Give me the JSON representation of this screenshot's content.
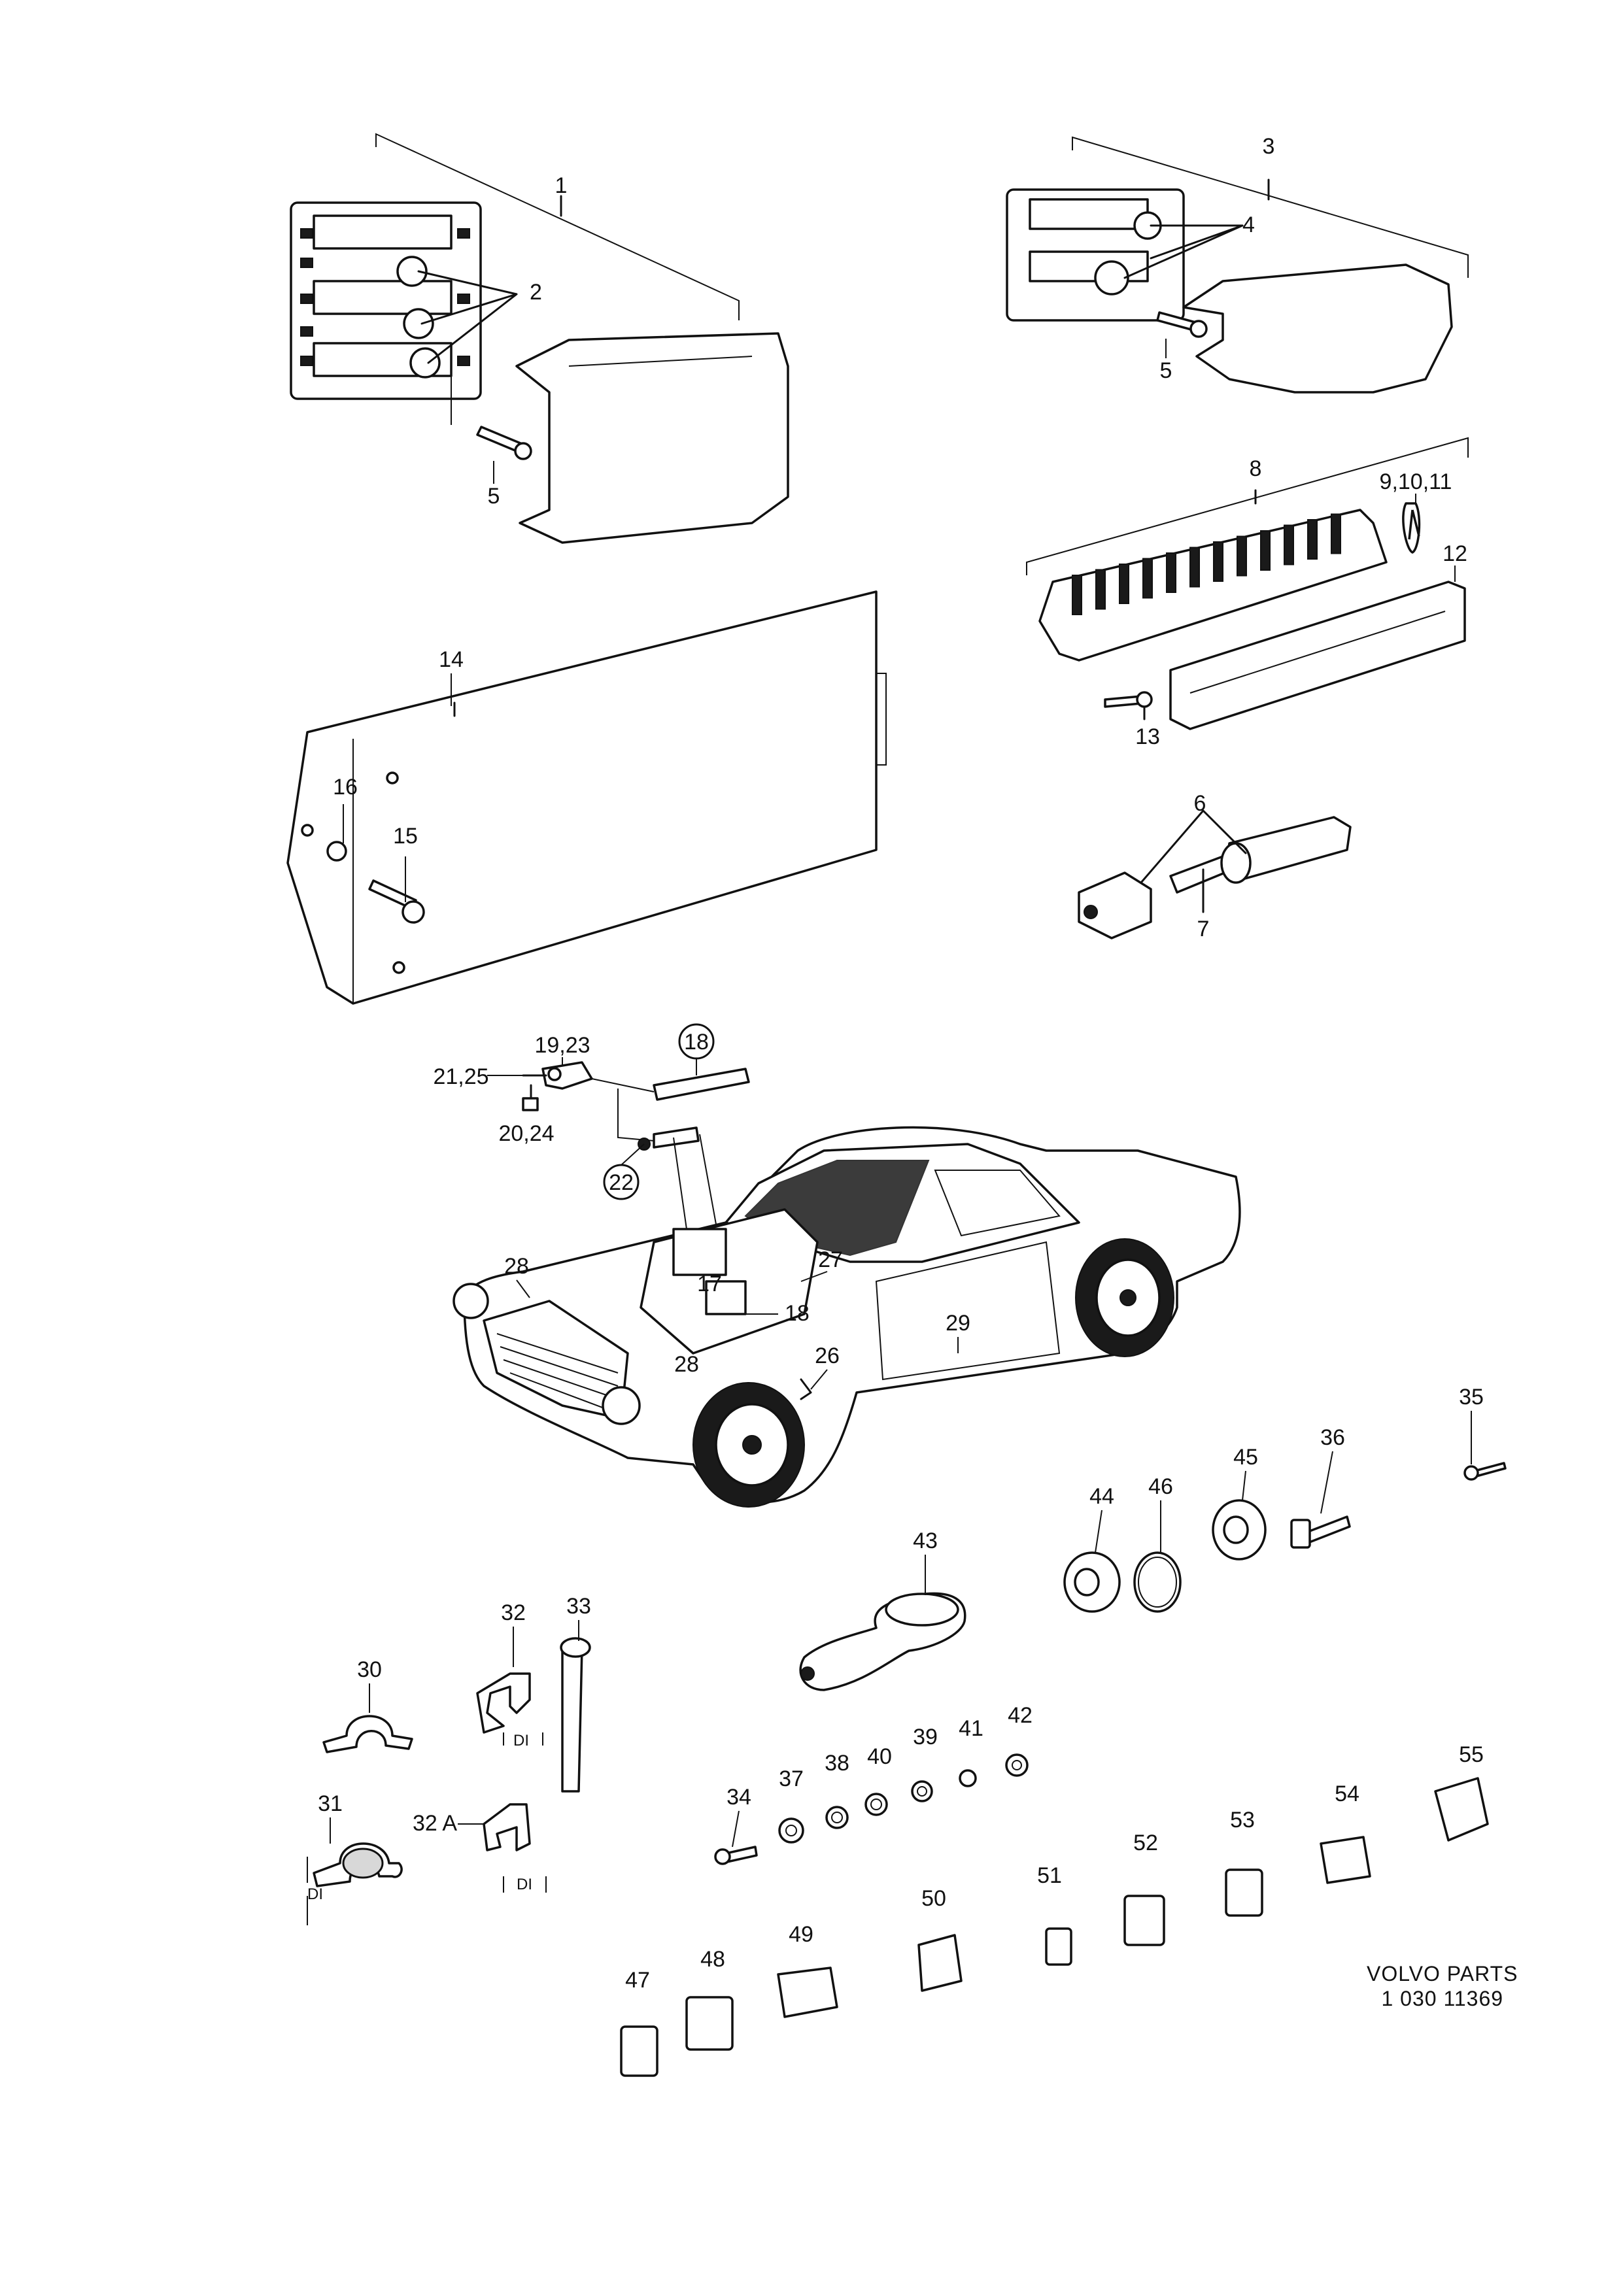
{
  "callouts": {
    "c1": "1",
    "c2": "2",
    "c3": "3",
    "c4": "4",
    "c5a": "5",
    "c5b": "5",
    "c6": "6",
    "c7": "7",
    "c8": "8",
    "c9": "9,10,11",
    "c12": "12",
    "c13": "13",
    "c14": "14",
    "c15": "15",
    "c16": "16",
    "c17": "17",
    "c18": "18",
    "c18c": "18",
    "c1923": "19,23",
    "c2125": "21,25",
    "c2024": "20,24",
    "c22": "22",
    "c26": "26",
    "c27": "27",
    "c28a": "28",
    "c28b": "28",
    "c29": "29",
    "c30": "30",
    "c31": "31",
    "c32": "32",
    "c32a": "32 A",
    "c33": "33",
    "c34": "34",
    "c35": "35",
    "c36": "36",
    "c37": "37",
    "c38": "38",
    "c39": "39",
    "c40": "40",
    "c41": "41",
    "c42": "42",
    "c43": "43",
    "c44": "44",
    "c45": "45",
    "c46": "46",
    "c47": "47",
    "c48": "48",
    "c49": "49",
    "c50": "50",
    "c51": "51",
    "c52": "52",
    "c53": "53",
    "c54": "54",
    "c55": "55",
    "d1": "DI",
    "d2": "DI",
    "d3": "DI"
  },
  "footer": {
    "brand": "VOLVO PARTS",
    "number": "1 030 11369"
  }
}
